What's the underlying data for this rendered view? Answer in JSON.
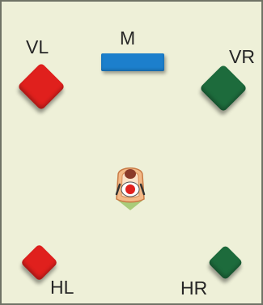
{
  "speakers": {
    "front_left": {
      "label": "VL",
      "color": "#e0201d"
    },
    "center": {
      "label": "M",
      "color": "#1c7fcc"
    },
    "front_right": {
      "label": "VR",
      "color": "#1d6b3c"
    },
    "rear_left": {
      "label": "HL",
      "color": "#e0201d"
    },
    "rear_right": {
      "label": "HR",
      "color": "#1d6b3c"
    }
  },
  "listener": {
    "icon": "person-in-chair-icon"
  }
}
